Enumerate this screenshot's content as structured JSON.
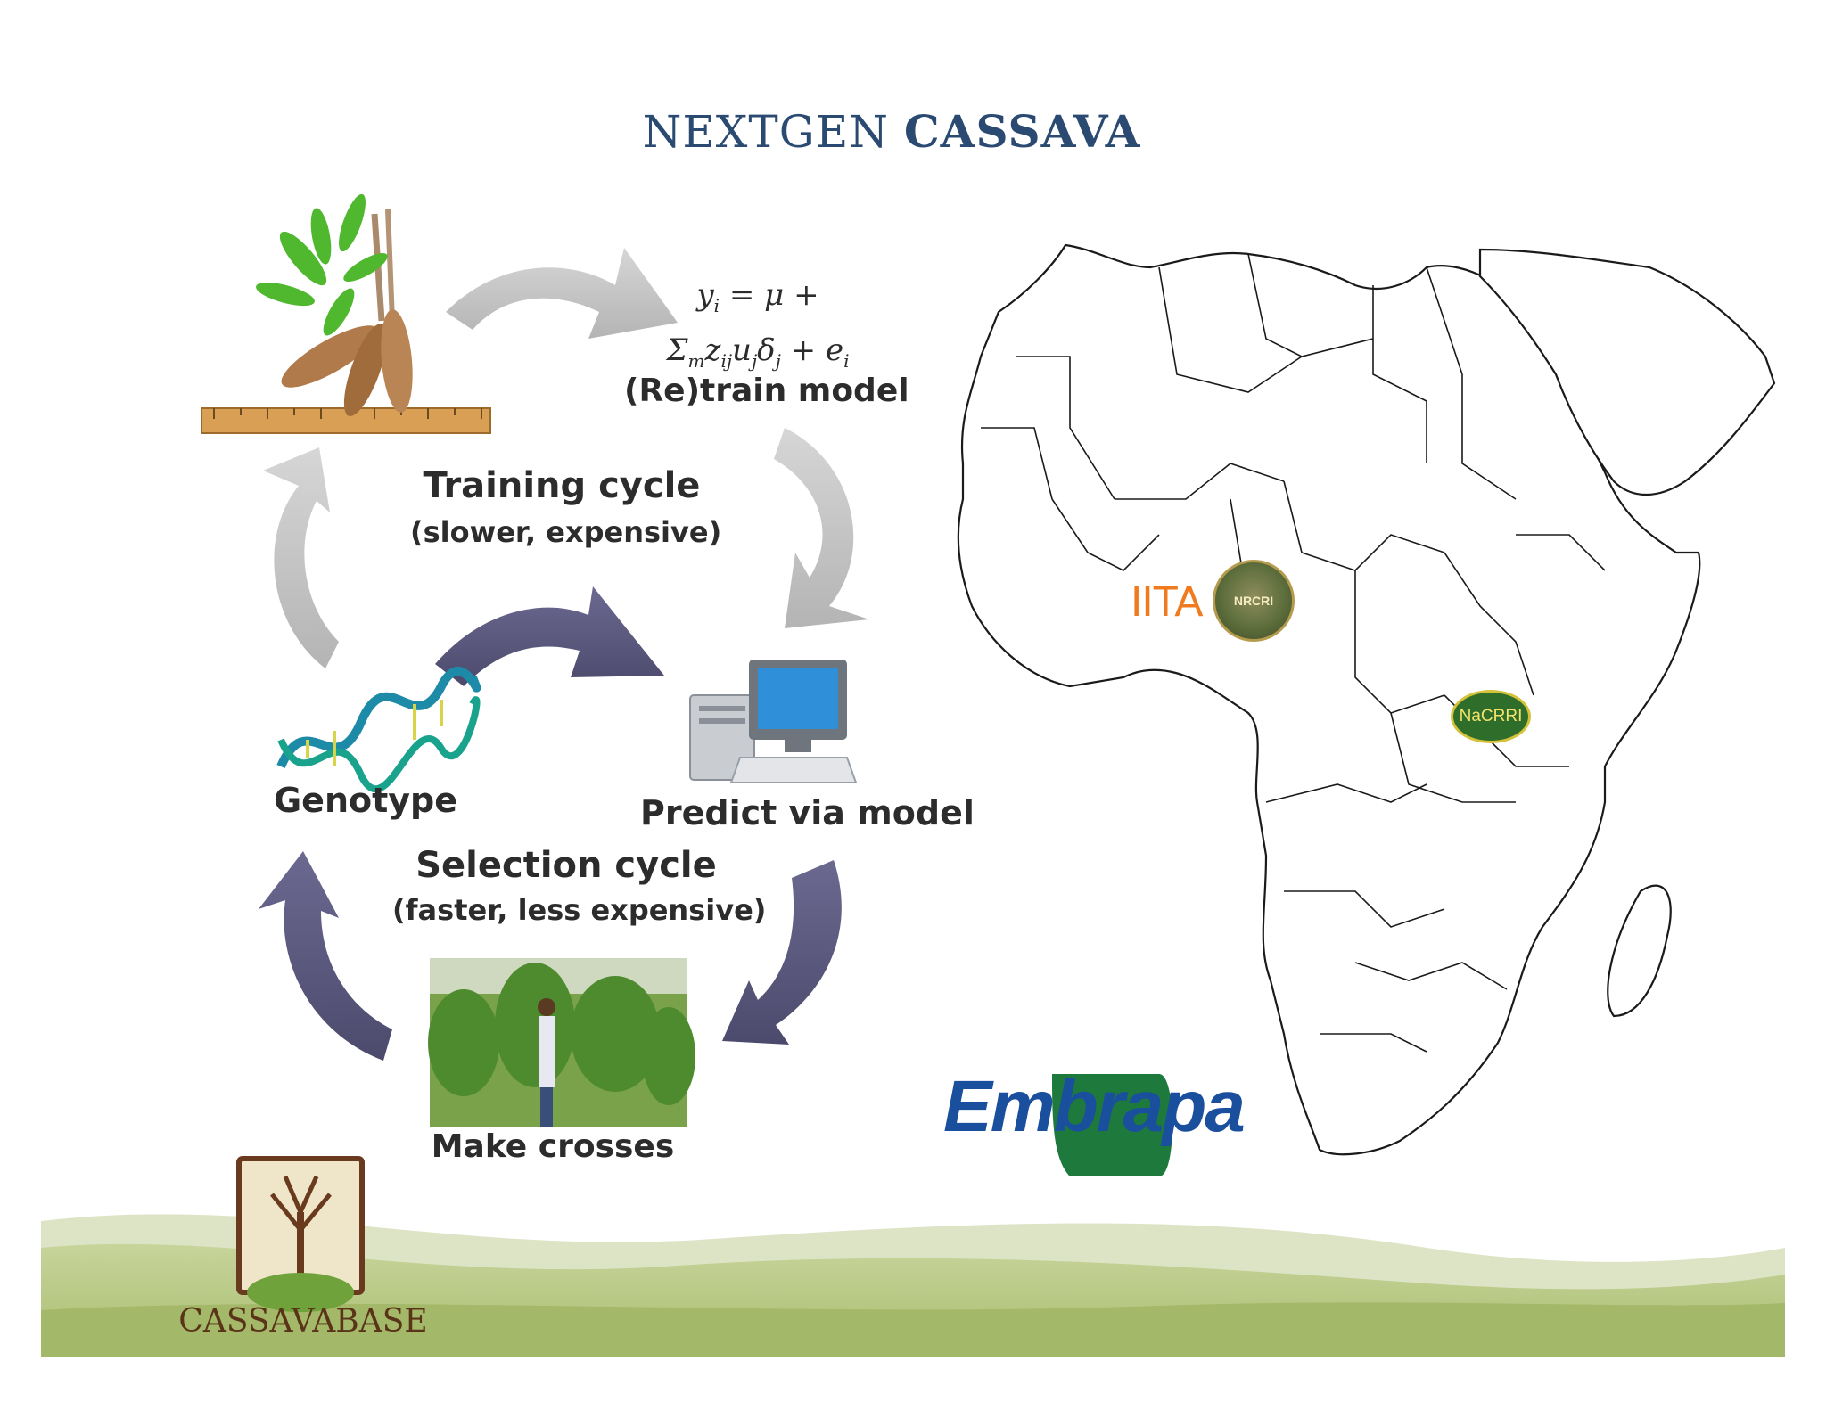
{
  "header": {
    "title_part1": "NEXTGEN",
    "title_part2": "CASSAVA"
  },
  "diagram": {
    "formula_line1": "y",
    "formula_line1_sub": "i",
    "formula_line1_rest": " = μ +",
    "formula_line2": "Σ",
    "formula_line2_sub_m": "m",
    "formula_line2_z": "z",
    "formula_line2_sub_ij": "ij",
    "formula_line2_u": "u",
    "formula_line2_sub_j": "j",
    "formula_line2_d": "δ",
    "formula_line2_sub_j2": "j",
    "formula_line2_rest": " + e",
    "formula_line2_sub_i": "i",
    "retrain_label": "(Re)train model",
    "training_cycle": "Training cycle",
    "training_cycle_sub": "(slower, expensive)",
    "genotype_label": "Genotype",
    "predict_label": "Predict via model",
    "selection_cycle": "Selection cycle",
    "selection_cycle_sub": "(faster, less expensive)",
    "crosses_label": "Make crosses"
  },
  "partners": {
    "embrapa": "Embrapa",
    "iita": "IITA",
    "nrcri": "NRCRI",
    "nacrri": "NaCRRI"
  },
  "footer": {
    "brand": "CASSAVABASE"
  },
  "colors": {
    "title": "#2b4a72",
    "training_arrows": "#c8c8c8",
    "selection_arrows": "#5c5a7e",
    "hills": "#b9c98a",
    "embrapa_blue": "#1a4f9e",
    "embrapa_green": "#1d7a3c"
  },
  "icons": [
    "cassava-plant-icon",
    "ruler-icon",
    "dna-icon",
    "computer-icon",
    "field-photo",
    "africa-map",
    "cassavabase-logo"
  ]
}
